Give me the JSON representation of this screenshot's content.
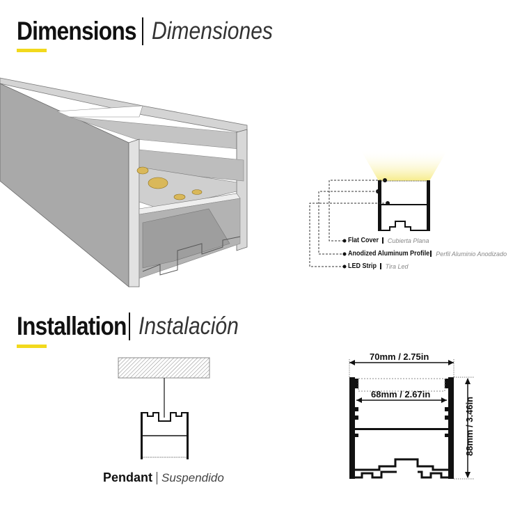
{
  "sections": {
    "dimensions": {
      "title_en": "Dimensions",
      "title_es": "Dimensiones"
    },
    "installation": {
      "title_en": "Installation",
      "title_es": "Instalación"
    }
  },
  "callouts": [
    {
      "label_en": "Flat Cover",
      "label_es": "Cubierta Plana"
    },
    {
      "label_en": "Anodized Aluminum Profile",
      "label_es": "Perfil Aluminio Anodizado"
    },
    {
      "label_en": "LED Strip",
      "label_es": "Tira Led"
    }
  ],
  "mounting": {
    "type_en": "Pendant",
    "type_es": "Suspendido"
  },
  "measurements": {
    "outer_width": "70mm / 2.75in",
    "inner_width": "68mm / 2.67in",
    "height": "88mm / 3.46in"
  },
  "colors": {
    "accent": "#f2d91d",
    "profile_light": "#c9c9c9",
    "profile_dark": "#8a8a8a",
    "led": "#d9b85a"
  }
}
